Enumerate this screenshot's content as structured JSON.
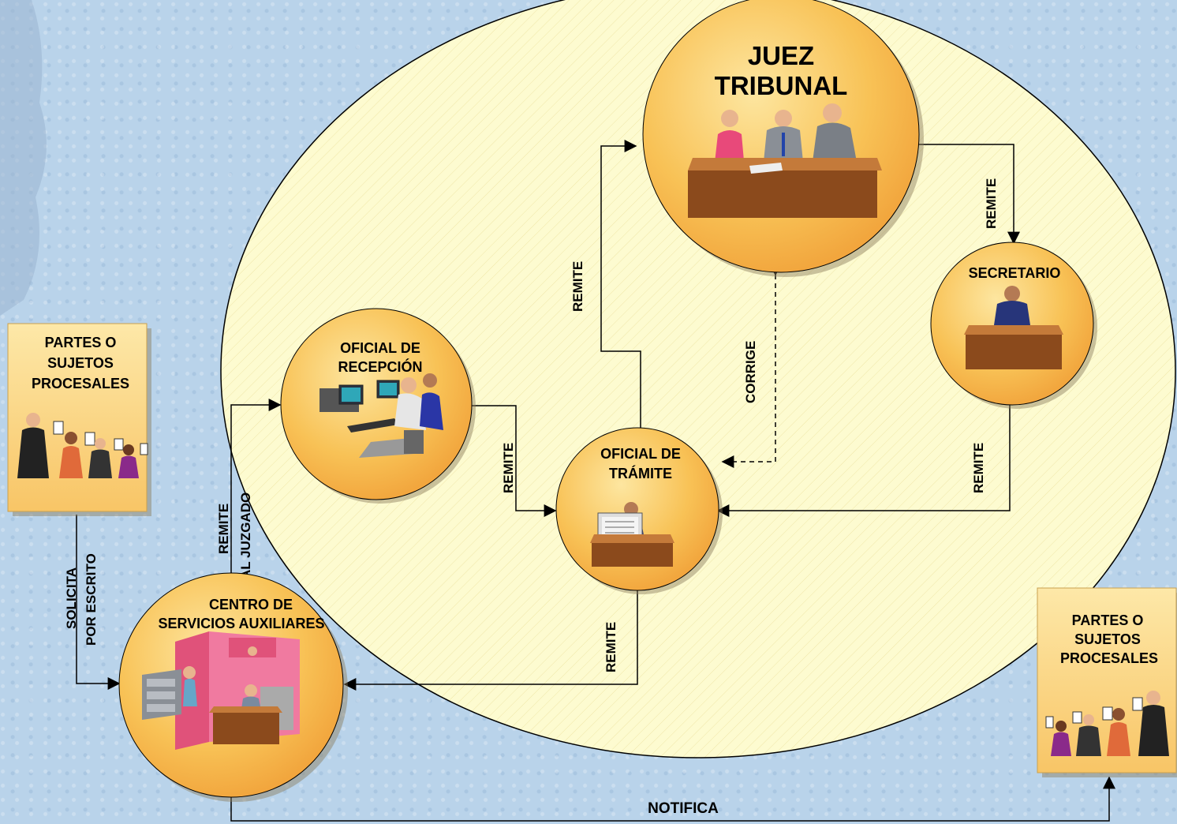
{
  "nodes": {
    "juez": {
      "line1": "JUEZ",
      "line2": "TRIBUNAL"
    },
    "secretario": {
      "line1": "SECRETARIO"
    },
    "recepcion": {
      "line1": "OFICIAL DE",
      "line2": "RECEPCIÓN"
    },
    "tramite": {
      "line1": "OFICIAL DE",
      "line2": "TRÁMITE"
    },
    "centro": {
      "line1": "CENTRO DE",
      "line2": "SERVICIOS AUXILIARES"
    },
    "partes_izq": {
      "line1": "PARTES O",
      "line2": "SUJETOS",
      "line3": "PROCESALES"
    },
    "partes_der": {
      "line1": "PARTES O",
      "line2": "SUJETOS",
      "line3": "PROCESALES"
    }
  },
  "edges": {
    "tramite_juez": "REMITE",
    "juez_secretario": "REMITE",
    "secretario_tramite": "REMITE",
    "recepcion_tramite": "REMITE",
    "juez_tramite": "CORRIGE",
    "tramite_centro": "REMITE",
    "centro_recepcion_1": "REMITE",
    "centro_recepcion_2": "AL JUZGADO",
    "partes_centro_1": "SOLICITA",
    "partes_centro_2": "POR ESCRITO",
    "centro_partes": "NOTIFICA"
  },
  "colors": {
    "court_circle": "#fdfbd0",
    "node_fill": "#f7b548",
    "card_fill": "#fbd37e",
    "desk": "#8b4a1c"
  }
}
